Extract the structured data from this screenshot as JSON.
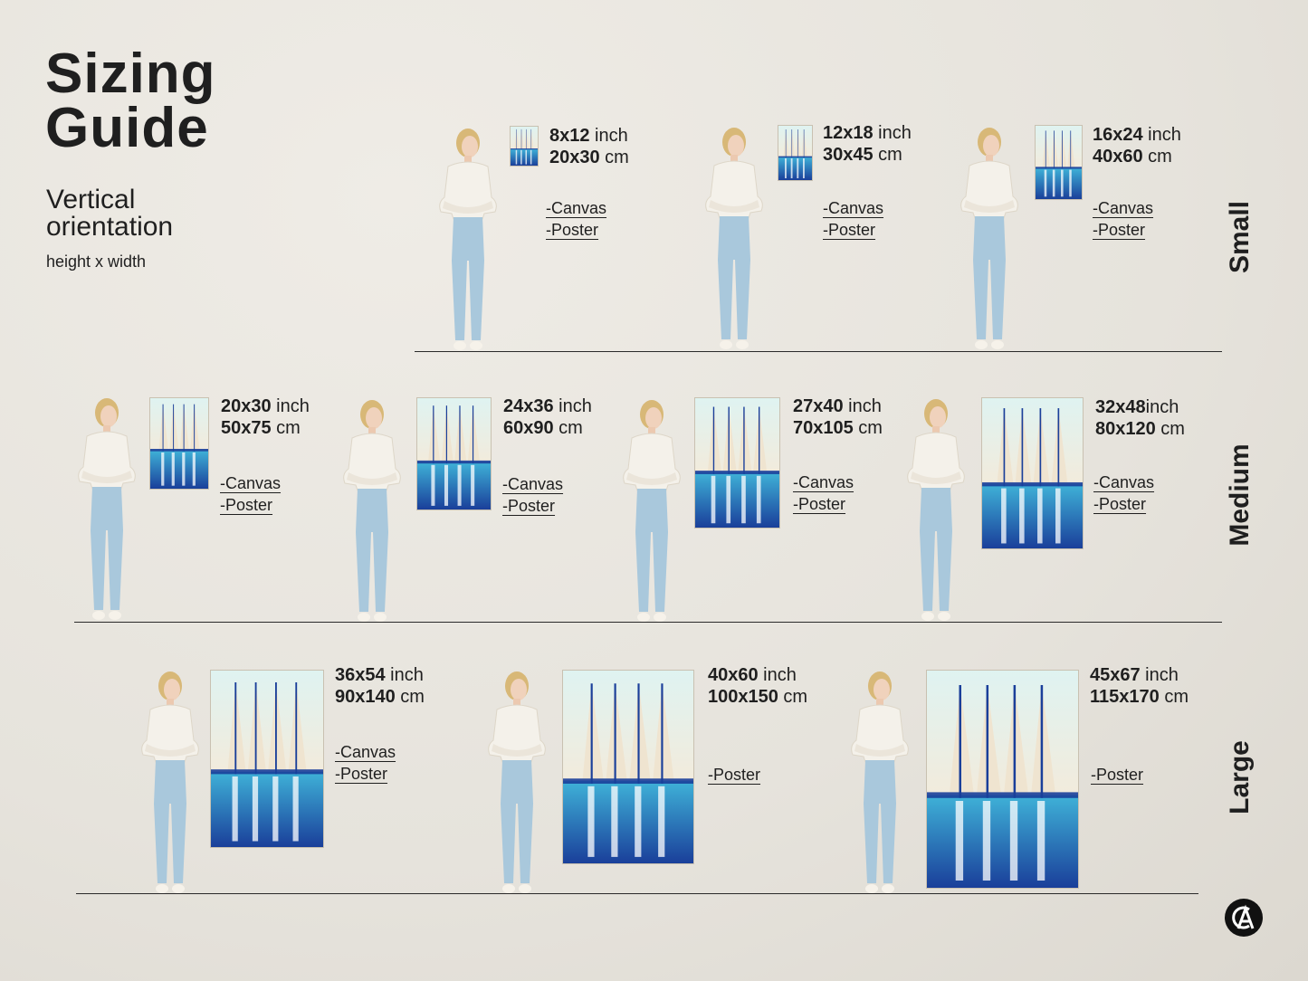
{
  "header": {
    "title_line1": "Sizing",
    "title_line2": "Guide",
    "subtitle_line1": "Vertical",
    "subtitle_line2": "orientation",
    "note": "height x width"
  },
  "tiers": [
    "Small",
    "Medium",
    "Large"
  ],
  "options": {
    "canvas": "-Canvas",
    "poster": "-Poster"
  },
  "sizes": [
    {
      "inch_num": "8x12",
      "inch_unit": " inch",
      "cm_num": "20x30",
      "cm_unit": " cm",
      "tier": "Small",
      "options": [
        "-Canvas",
        "-Poster"
      ]
    },
    {
      "inch_num": "12x18",
      "inch_unit": " inch",
      "cm_num": "30x45",
      "cm_unit": " cm",
      "tier": "Small",
      "options": [
        "-Canvas",
        "-Poster"
      ]
    },
    {
      "inch_num": "16x24",
      "inch_unit": " inch",
      "cm_num": "40x60",
      "cm_unit": " cm",
      "tier": "Small",
      "options": [
        "-Canvas",
        "-Poster"
      ]
    },
    {
      "inch_num": "20x30",
      "inch_unit": " inch",
      "cm_num": "50x75",
      "cm_unit": " cm",
      "tier": "Medium",
      "options": [
        "-Canvas",
        "-Poster"
      ]
    },
    {
      "inch_num": "24x36",
      "inch_unit": " inch",
      "cm_num": "60x90",
      "cm_unit": " cm",
      "tier": "Medium",
      "options": [
        "-Canvas",
        "-Poster"
      ]
    },
    {
      "inch_num": "27x40",
      "inch_unit": " inch",
      "cm_num": "70x105",
      "cm_unit": " cm",
      "tier": "Medium",
      "options": [
        "-Canvas",
        "-Poster"
      ]
    },
    {
      "inch_num": "32x48",
      "inch_unit": "inch",
      "cm_num": "80x120",
      "cm_unit": " cm",
      "tier": "Medium",
      "options": [
        "-Canvas",
        "-Poster"
      ]
    },
    {
      "inch_num": "36x54",
      "inch_unit": " inch",
      "cm_num": "90x140",
      "cm_unit": " cm",
      "tier": "Large",
      "options": [
        "-Canvas",
        "-Poster"
      ]
    },
    {
      "inch_num": "40x60",
      "inch_unit": " inch",
      "cm_num": "100x150",
      "cm_unit": " cm",
      "tier": "Large",
      "options": [
        "-Poster"
      ]
    },
    {
      "inch_num": "45x67",
      "inch_unit": " inch",
      "cm_num": "115x170",
      "cm_unit": " cm",
      "tier": "Large",
      "options": [
        "-Poster"
      ]
    }
  ],
  "colors": {
    "background": "#e9e6df",
    "text": "#1f1f1f",
    "jeans": "#a9c8dc",
    "shirt": "#f4f1ea",
    "sea_dark": "#1a3f9a",
    "sea_light": "#3fb2d8",
    "sail": "#efe4d0"
  },
  "icons": {
    "person": "person-figure",
    "painting": "sailboat-painting",
    "logo": "brand-monogram-icon"
  }
}
